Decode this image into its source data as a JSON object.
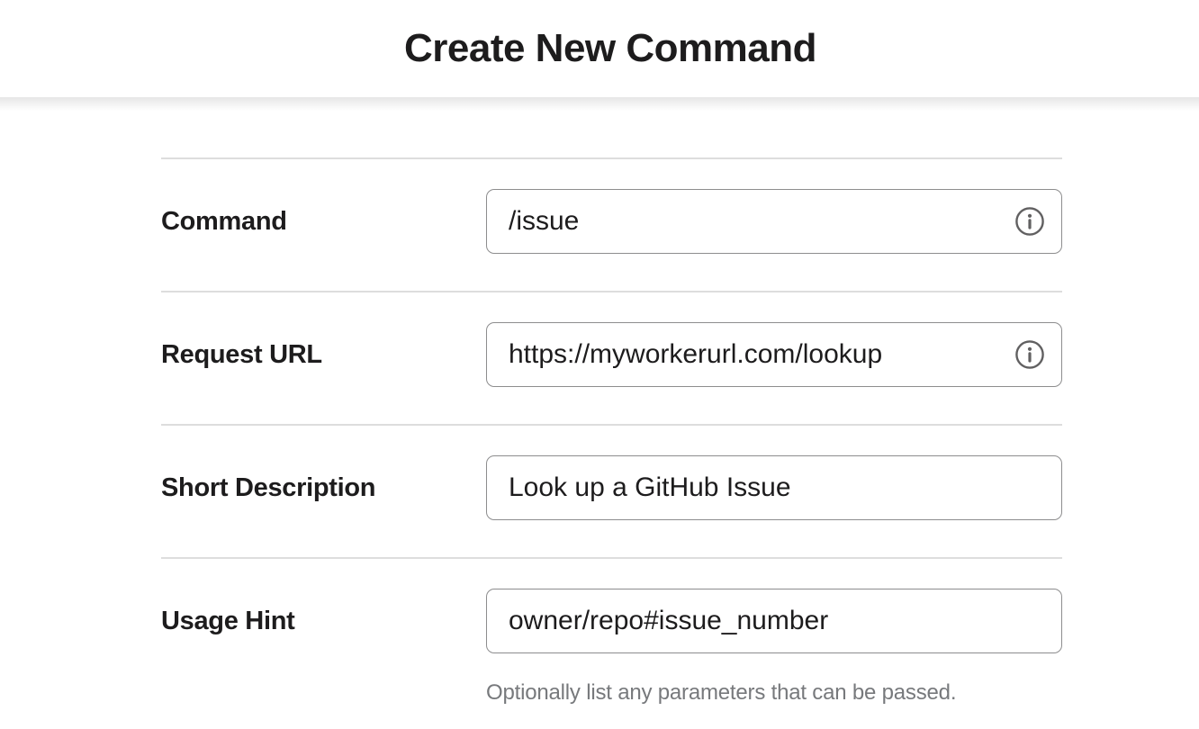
{
  "header": {
    "title": "Create New Command"
  },
  "form": {
    "rows": [
      {
        "label": "Command",
        "value": "/issue",
        "has_info_icon": true,
        "icon": "info-icon"
      },
      {
        "label": "Request URL",
        "value": "https://myworkerurl.com/lookup",
        "has_info_icon": true,
        "icon": "info-icon"
      },
      {
        "label": "Short Description",
        "value": "Look up a GitHub Issue",
        "has_info_icon": false
      },
      {
        "label": "Usage Hint",
        "value": "owner/repo#issue_number",
        "has_info_icon": false,
        "helper": "Optionally list any parameters that can be passed."
      }
    ]
  },
  "colors": {
    "text": "#1d1c1d",
    "muted_text": "#77797c",
    "input_border": "#8d8d8e",
    "divider": "#dddddd",
    "icon": "#616061",
    "background": "#ffffff"
  }
}
